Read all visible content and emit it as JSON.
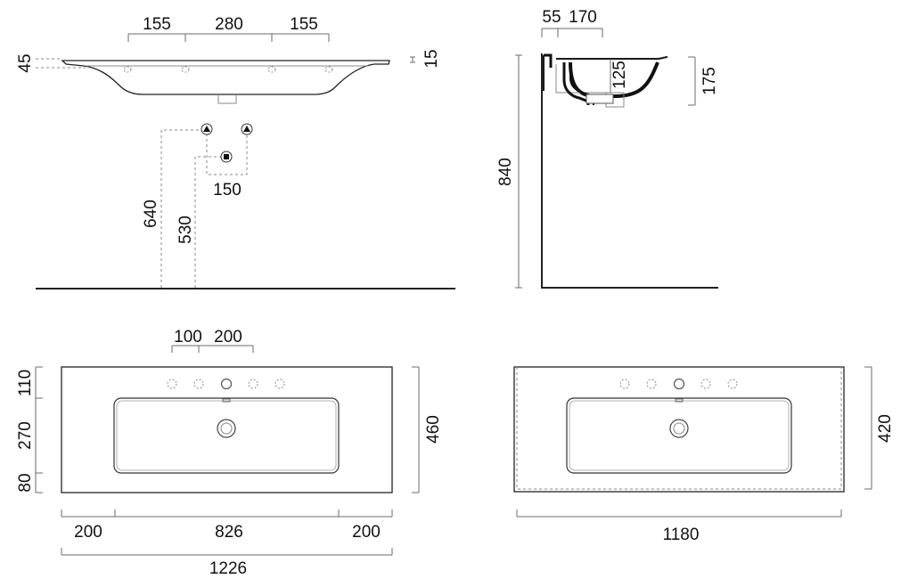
{
  "front_view": {
    "tap_spacing": [
      "155",
      "280",
      "155"
    ],
    "lip_left": "45",
    "lip_right": "15",
    "inlet_spacing": "150",
    "inlet_height": "640",
    "waste_height": "530"
  },
  "side_view": {
    "wall_offset": "55",
    "bowl_depth_top": "170",
    "bowl_height": "125",
    "total_height": "175",
    "mount_height": "840"
  },
  "plan_view": {
    "hole_spacing": [
      "100",
      "200"
    ],
    "depth_parts": [
      "110",
      "270",
      "80"
    ],
    "total_depth": "460",
    "width_parts": [
      "200",
      "826",
      "200"
    ],
    "total_width": "1226"
  },
  "cabinet_view": {
    "depth": "420",
    "width": "1180"
  }
}
